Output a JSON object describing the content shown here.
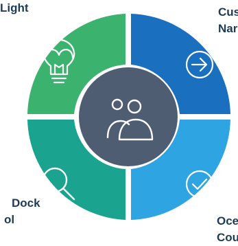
{
  "diagram": {
    "center": {
      "icon": "users-icon",
      "color": "#4f5d73"
    },
    "segments": [
      {
        "id": "top-left",
        "icon": "lightbulb-icon",
        "color": "#3bb36e",
        "label_lines": [
          "Light"
        ]
      },
      {
        "id": "top-right",
        "icon": "arrow-right-icon",
        "color": "#1a6fbe",
        "label_lines": [
          "Cus",
          "Nar"
        ]
      },
      {
        "id": "bottom-left",
        "icon": "search-icon",
        "color": "#1aa38e",
        "label_lines": [
          "Dock",
          "ol"
        ]
      },
      {
        "id": "bottom-right",
        "icon": "check-icon",
        "color": "#2ea4e3",
        "label_lines": [
          "Oce",
          "Cou"
        ]
      }
    ]
  }
}
